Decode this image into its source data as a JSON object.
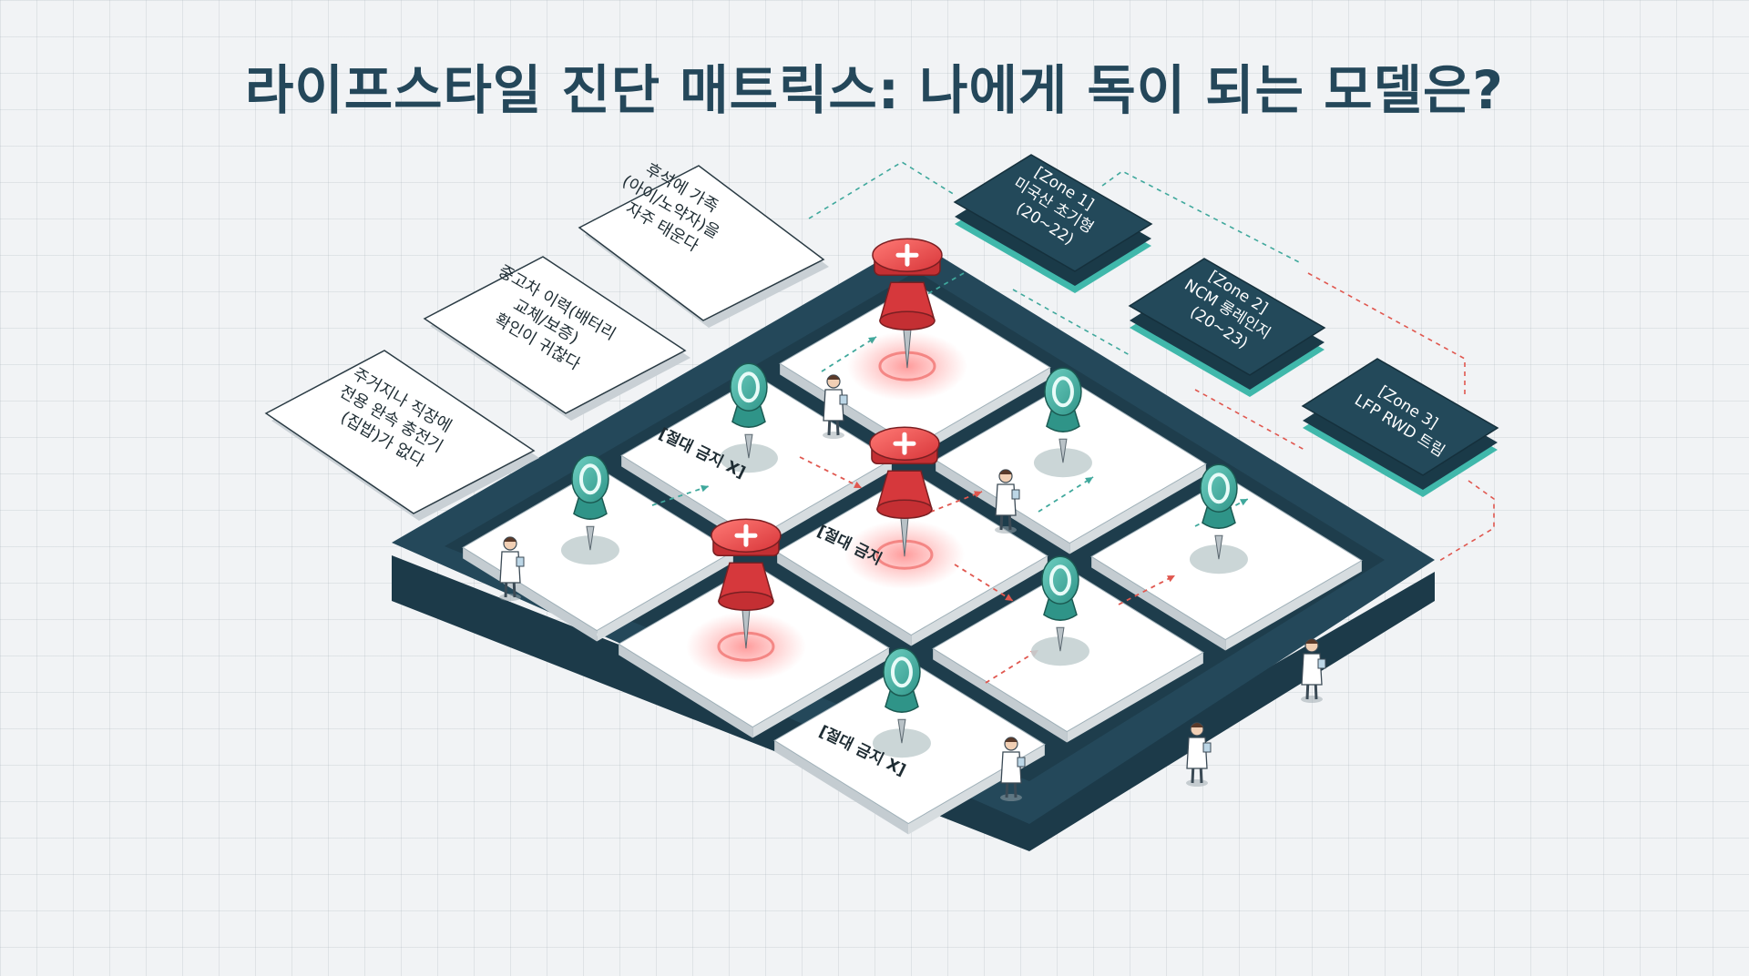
{
  "title": "라이프스타일 진단 매트릭스: 나에게 독이 되는 모델은?",
  "criteria": [
    {
      "lines": [
        "후석에 가족",
        "(아이/노약자)을",
        "자주 태운다"
      ]
    },
    {
      "lines": [
        "중고차 이력(배터리",
        "교체/보증)",
        "확인이 귀찮다"
      ]
    },
    {
      "lines": [
        "주거지나 직장에",
        "전용 완속 충전기",
        "(집밥)가 없다"
      ]
    }
  ],
  "zones": [
    {
      "lines": [
        "[Zone 1]",
        "미국산 초기형",
        "(20~22)"
      ]
    },
    {
      "lines": [
        "[Zone 2]",
        "NCM 롱레인지",
        "(20~23)"
      ]
    },
    {
      "lines": [
        "[Zone 3]",
        "LFP RWD 트림"
      ]
    }
  ],
  "forbidden_label": "[절대 금지 X]",
  "forbidden_label_short": "[절대 금지",
  "colors": {
    "title": "#24475a",
    "board": "#24485a",
    "tile": "#ffffff",
    "forbidden_pin": "#e8474a",
    "ok_pin": "#3ea699",
    "zone_box": "#23495a",
    "zone_accent": "#40b8ab"
  }
}
